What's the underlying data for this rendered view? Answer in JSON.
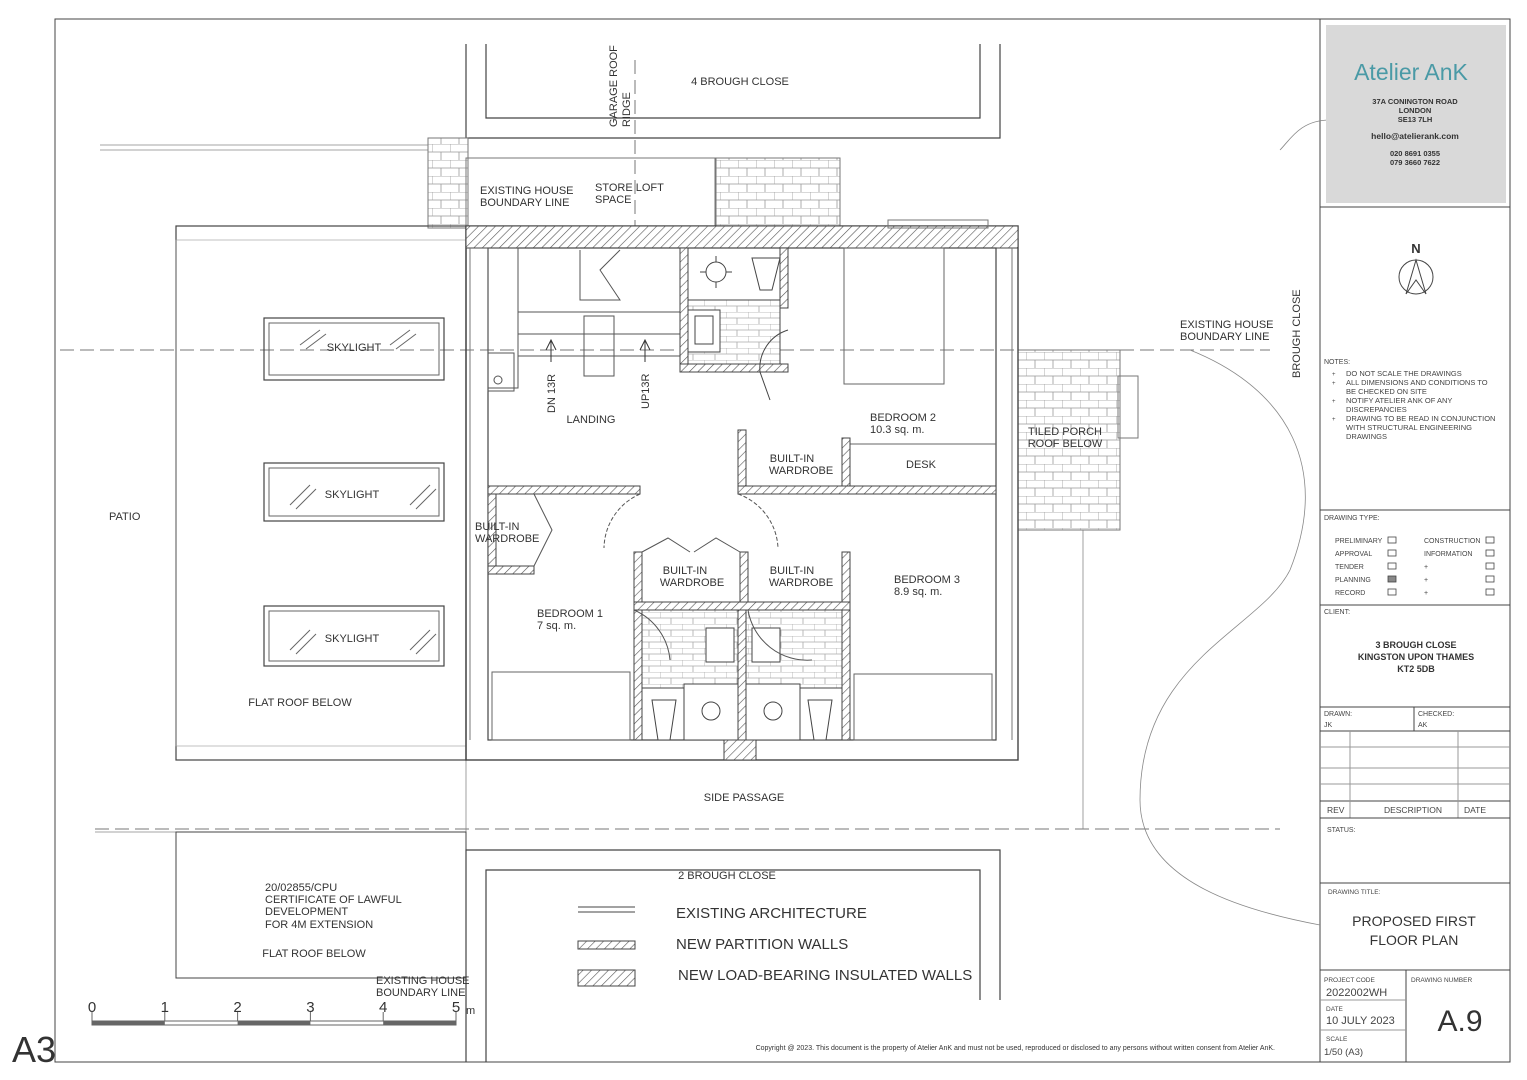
{
  "sheet_size": "A3",
  "labels": {
    "brough4": "4 BROUGH CLOSE",
    "garage_ridge_1": "GARAGE ROOF",
    "garage_ridge_2": "RIDGE",
    "existing_boundary_1": "EXISTING HOUSE",
    "existing_boundary_2": "BOUNDARY LINE",
    "store_loft_1": "STORE LOFT",
    "store_loft_2": "SPACE",
    "skylight": "SKYLIGHT",
    "patio": "PATIO",
    "flat_roof_below": "FLAT ROOF BELOW",
    "landing": "LANDING",
    "dn": "DN 13R",
    "up": "UP13R",
    "bedroom2": "BEDROOM 2",
    "bedroom2_area": "10.3 sq. m.",
    "builtin_1": "BUILT-IN",
    "builtin_2": "WARDROBE",
    "desk": "DESK",
    "tiled_porch_1": "TILED PORCH",
    "tiled_porch_2": "ROOF BELOW",
    "bedroom1": "BEDROOM 1",
    "bedroom1_area": "7 sq. m.",
    "bedroom3": "BEDROOM 3",
    "bedroom3_area": "8.9 sq. m.",
    "side_passage": "SIDE PASSAGE",
    "brough2": "2 BROUGH CLOSE",
    "brough_close_road": "BROUGH CLOSE",
    "cert_1": "20/02855/CPU",
    "cert_2": "CERTIFICATE OF LAWFUL",
    "cert_3": "DEVELOPMENT",
    "cert_4": "FOR 4M EXTENSION"
  },
  "legend": {
    "existing": "EXISTING ARCHITECTURE",
    "partition": "NEW PARTITION WALLS",
    "loadbearing": "NEW LOAD-BEARING INSULATED WALLS"
  },
  "scale_bar": {
    "ticks": [
      "0",
      "1",
      "2",
      "3",
      "4",
      "5"
    ],
    "unit": "m"
  },
  "copyright": "Copyright @ 2023. This document is the property of Atelier AnK and must not be used, reproduced or disclosed to any persons without written consent from Atelier AnK.",
  "title_block": {
    "logo": "Atelier AnK",
    "address_1": "37A CONINGTON ROAD",
    "address_2": "LONDON",
    "address_3": "SE13 7LH",
    "email": "hello@atelierank.com",
    "phone_1": "020 8691 0355",
    "phone_2": "079 3660 7622",
    "north": "N",
    "notes_title": "NOTES:",
    "notes": [
      "DO NOT SCALE THE DRAWINGS",
      "ALL DIMENSIONS AND CONDITIONS TO BE CHECKED ON SITE",
      "NOTIFY ATELIER ANK OF ANY DISCREPANCIES",
      "DRAWING TO BE READ IN CONJUNCTION WITH STRUCTURAL ENGINEERING DRAWINGS"
    ],
    "drawing_type_title": "DRAWING TYPE:",
    "types_left": [
      {
        "label": "PRELIMINARY",
        "checked": false
      },
      {
        "label": "APPROVAL",
        "checked": false
      },
      {
        "label": "TENDER",
        "checked": false
      },
      {
        "label": "PLANNING",
        "checked": true
      },
      {
        "label": "RECORD",
        "checked": false
      }
    ],
    "types_right": [
      {
        "label": "CONSTRUCTION",
        "checked": false
      },
      {
        "label": "INFORMATION",
        "checked": false
      },
      {
        "label": "+",
        "checked": false
      },
      {
        "label": "+",
        "checked": false
      },
      {
        "label": "+",
        "checked": false
      }
    ],
    "client_title": "CLIENT:",
    "client_1": "3 BROUGH CLOSE",
    "client_2": "KINGSTON UPON THAMES",
    "client_3": "KT2 5DB",
    "drawn_title": "DRAWN:",
    "drawn": "JK",
    "checked_title": "CHECKED:",
    "checked": "AK",
    "rev": "REV",
    "description": "DESCRIPTION",
    "date_col": "DATE",
    "status_title": "STATUS:",
    "drawing_title_label": "DRAWING TITLE:",
    "drawing_title_1": "PROPOSED FIRST",
    "drawing_title_2": "FLOOR PLAN",
    "project_code_title": "PROJECT CODE",
    "project_code": "2022002WH",
    "drawing_number_title": "DRAWING NUMBER",
    "drawing_number": "A.9",
    "date_title": "DATE",
    "date": "10 JULY 2023",
    "scale_title": "SCALE",
    "scale": "1/50 (A3)"
  }
}
